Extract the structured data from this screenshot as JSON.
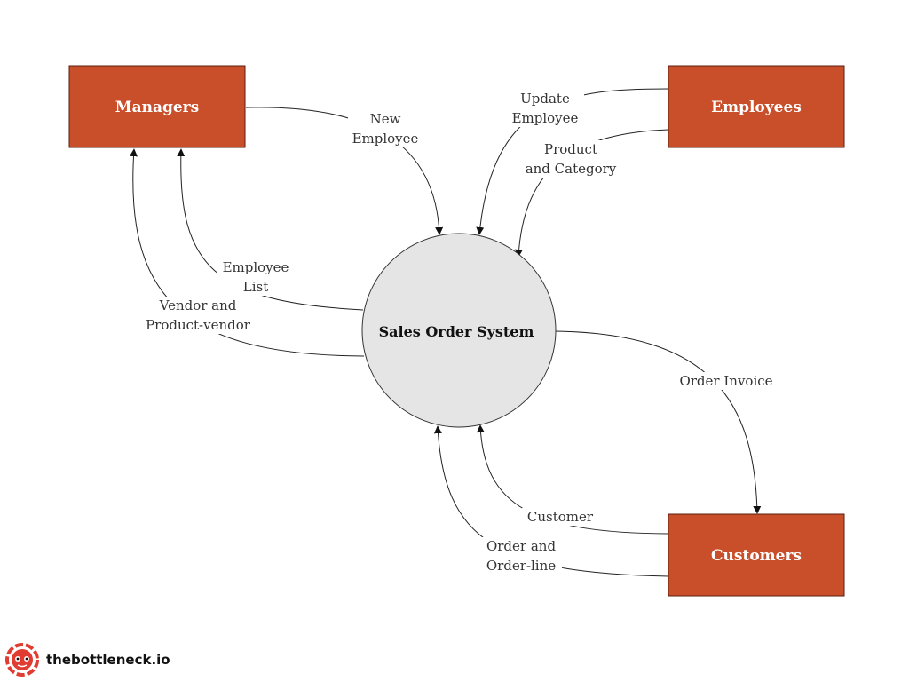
{
  "diagram": {
    "entities": {
      "managers": "Managers",
      "employees": "Employees",
      "customers": "Customers"
    },
    "process": "Sales Order System",
    "flows": {
      "new_employee": [
        "New",
        "Employee"
      ],
      "update_employee": [
        "Update",
        "Employee"
      ],
      "product_category": [
        "Product",
        "and Category"
      ],
      "employee_list": [
        "Employee",
        "List"
      ],
      "vendor_product": [
        "Vendor and",
        "Product-vendor"
      ],
      "order_invoice": [
        "Order Invoice"
      ],
      "customer": [
        "Customer"
      ],
      "order_line": [
        "Order and",
        "Order-line"
      ]
    }
  },
  "brand": {
    "name": "thebottleneck.io",
    "icon": "bottleneck-logo-icon",
    "color": "#e03c31"
  },
  "colors": {
    "entity_fill": "#c94e2a",
    "process_fill": "#e5e5e5"
  }
}
